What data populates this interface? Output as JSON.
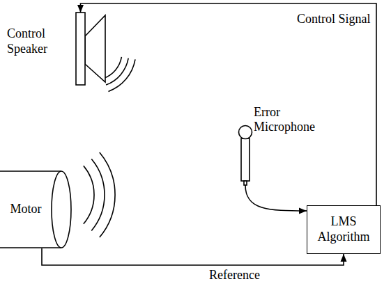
{
  "diagram": {
    "nodes": [
      {
        "text": [
          "Control Speaker"
        ]
      },
      {
        "text": [
          "Error Microphone"
        ]
      },
      {
        "text": [
          "Motor"
        ]
      },
      {
        "text": [
          "LMS Algorithm"
        ]
      }
    ],
    "edges": [
      {
        "from": 3,
        "to": 0,
        "label": "Control Signal",
        "arrow": "to"
      },
      {
        "from": 1,
        "to": 3,
        "arrow": "to"
      },
      {
        "from": 2,
        "to": 3,
        "label": "Reference",
        "arrow": "to"
      }
    ]
  }
}
